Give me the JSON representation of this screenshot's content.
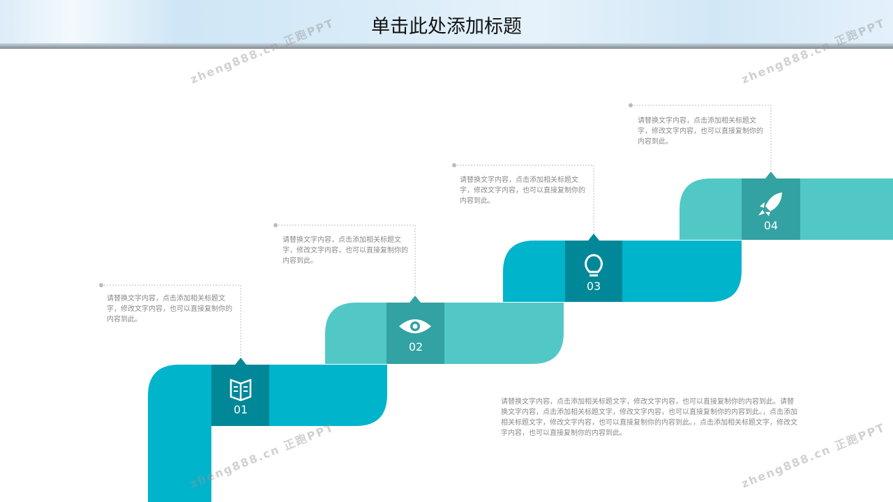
{
  "title": "单击此处添加标题",
  "watermark": "zheng888.cn 正跑PPT",
  "steps": [
    {
      "number": "01",
      "icon": "book-icon",
      "text": "请替换文字内容，点击添加相关标题文字，修改文字内容，也可以直接复制你的内容到此。"
    },
    {
      "number": "02",
      "icon": "eye-icon",
      "text": "请替换文字内容，点击添加相关标题文字，修改文字内容，也可以直接复制你的内容到此。"
    },
    {
      "number": "03",
      "icon": "lightbulb-icon",
      "text": "请替换文字内容，点击添加相关标题文字，修改文字内容，也可以直接复制你的内容到此。"
    },
    {
      "number": "04",
      "icon": "rocket-icon",
      "text": "请替换文字内容，点击添加相关标题文字，修改文字内容，也可以直接复制你的内容到此。"
    }
  ],
  "summary": "请替换文字内容，点击添加相关标题文字，修改文字内容，也可以直接复制你的内容到此。请替换文字内容，点击添加相关标题文字，修改文字内容，也可以直接复制你的内容到此。，点击添加相关标题文字，修改文字内容，也可以直接复制你的内容到此。，点击添加相关标题文字，修改文字内容，也可以直接复制你的内容到此。",
  "colors": {
    "blue": "#00b4cc",
    "blue_dark": "#008898",
    "teal": "#52c8c6",
    "teal_dark": "#33a2a2"
  }
}
